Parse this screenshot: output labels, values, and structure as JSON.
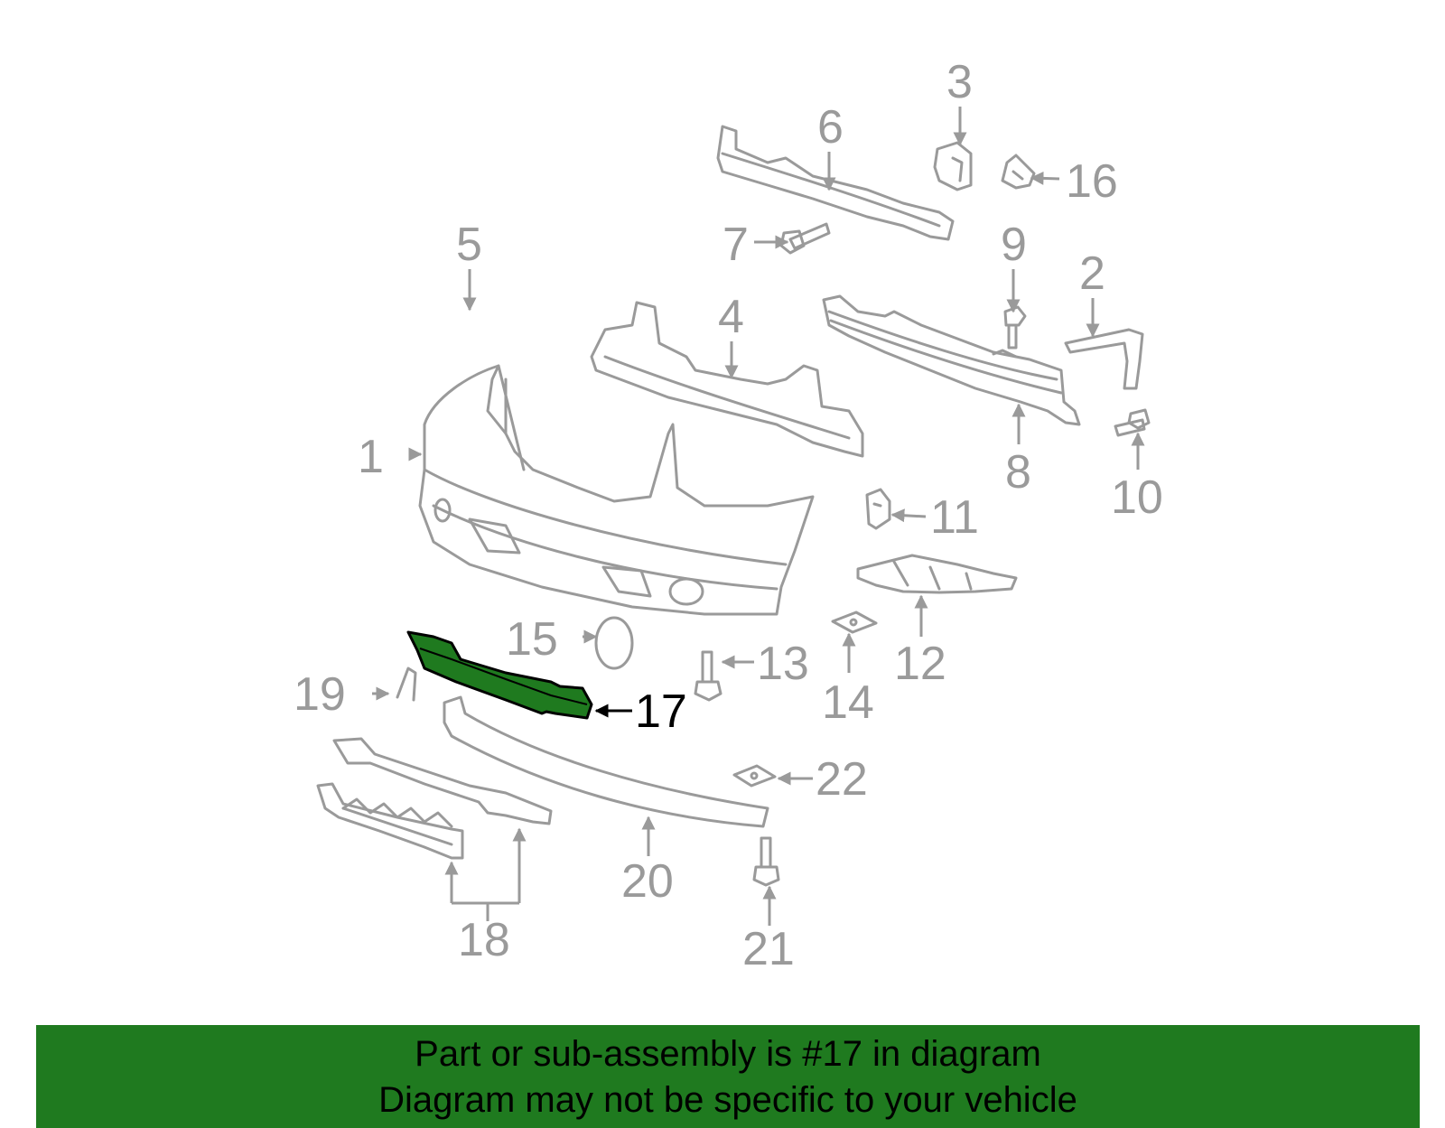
{
  "diagram": {
    "highlight_color": "#1f7a1f",
    "line_color": "#9a9a9a",
    "callouts": {
      "c1": "1",
      "c2": "2",
      "c3": "3",
      "c4": "4",
      "c5": "5",
      "c6": "6",
      "c7": "7",
      "c8": "8",
      "c9": "9",
      "c10": "10",
      "c11": "11",
      "c12": "12",
      "c13": "13",
      "c14": "14",
      "c15": "15",
      "c16": "16",
      "c17": "17",
      "c18": "18",
      "c19": "19",
      "c20": "20",
      "c21": "21",
      "c22": "22"
    }
  },
  "footer": {
    "line1": "Part or sub-assembly is #17 in diagram",
    "line2": "Diagram may not be specific to your vehicle",
    "background": "#1f7a1f"
  }
}
